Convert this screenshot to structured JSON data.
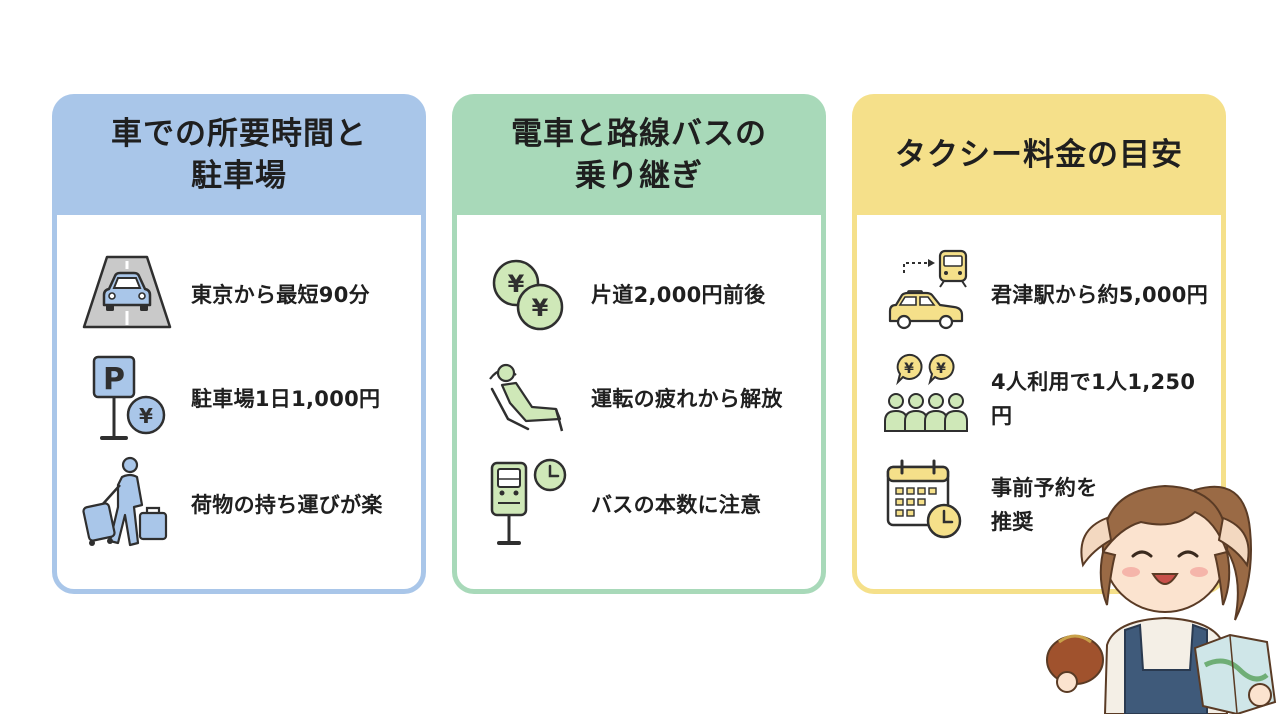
{
  "cards": [
    {
      "title": "車での所要時間と\n駐車場",
      "items": [
        {
          "icon": "road-car-icon",
          "text": "東京から最短90分"
        },
        {
          "icon": "parking-yen-icon",
          "text": "駐車場1日1,000円"
        },
        {
          "icon": "luggage-traveler-icon",
          "text": "荷物の持ち運びが楽"
        }
      ]
    },
    {
      "title": "電車と路線バスの\n乗り継ぎ",
      "items": [
        {
          "icon": "yen-coins-icon",
          "text": "片道2,000円前後"
        },
        {
          "icon": "relaxing-person-icon",
          "text": "運転の疲れから解放"
        },
        {
          "icon": "bus-stop-clock-icon",
          "text": "バスの本数に注意"
        }
      ]
    },
    {
      "title": "タクシー料金の目安",
      "items": [
        {
          "icon": "taxi-train-icon",
          "text": "君津駅から約5,000円"
        },
        {
          "icon": "people-yen-icon",
          "text": "4人利用で1人1,250円"
        },
        {
          "icon": "calendar-clock-icon",
          "text": "事前予約を\n推奨"
        }
      ]
    }
  ],
  "colors": {
    "blue": "#a9c6e9",
    "green": "#a8d9b9",
    "yellow": "#f5e08a",
    "icon_green_fill": "#cfe8b8",
    "icon_stroke": "#2f2f2f"
  }
}
